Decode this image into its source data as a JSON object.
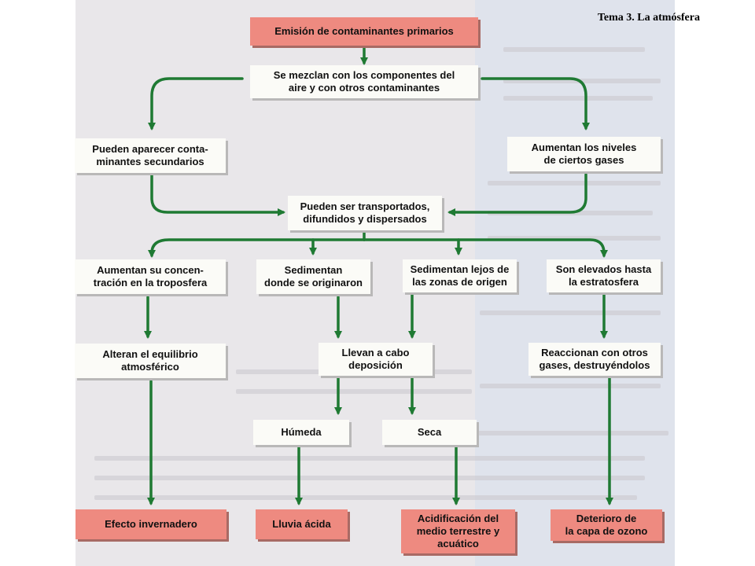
{
  "header": {
    "title": "Tema 3. La atmósfera"
  },
  "diagram": {
    "emision": "Emisión de contaminantes primarios",
    "mezclan": "Se mezclan con los componentes del\naire y con otros contaminantes",
    "secundarios": "Pueden aparecer conta-\nminantes secundarios",
    "niveles": "Aumentan los niveles\nde ciertos gases",
    "transportados": "Pueden ser transportados,\ndifundidos y dispersados",
    "concentracion": "Aumentan su concen-\ntración en la troposfera",
    "sedimentan_origen": "Sedimentan\ndonde se originaron",
    "sedimentan_lejos": "Sedimentan lejos de\nlas zonas de origen",
    "elevados": "Son elevados hasta\nla estratosfera",
    "equilibrio": "Alteran el equilibrio\natmosférico",
    "deposicion": "Llevan a cabo\ndeposición",
    "reaccionan": "Reaccionan con otros\ngases, destruyéndolos",
    "humeda": "Húmeda",
    "seca": "Seca",
    "invernadero": "Efecto invernadero",
    "lluvia": "Lluvia ácida",
    "acidificacion": "Acidificación del\nmedio terrestre y\nacuático",
    "ozono": "Deterioro de\nla capa de ozono"
  },
  "colors": {
    "arrow": "#1f7a33",
    "result_box": "#ee8a80",
    "box": "#fbfbf7"
  }
}
